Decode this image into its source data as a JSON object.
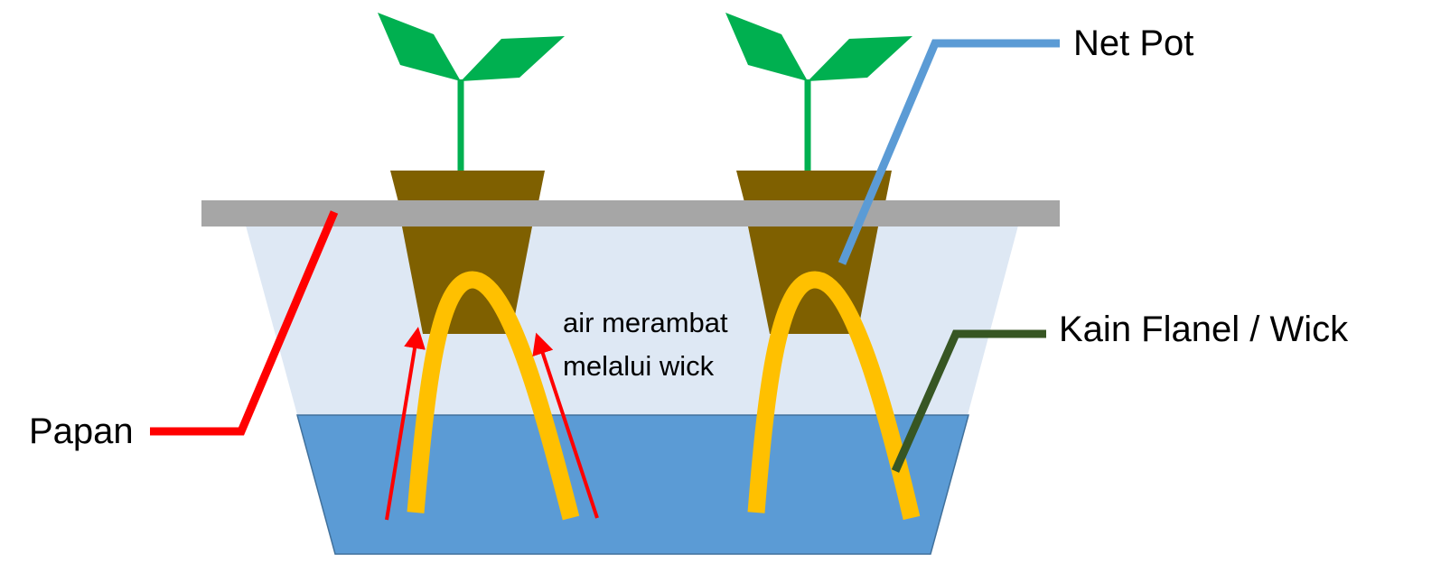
{
  "labels": {
    "net_pot": "Net Pot",
    "wick": "Kain Flanel / Wick",
    "board": "Papan",
    "annotation_line1": "air merambat",
    "annotation_line2": "melalui wick"
  },
  "colors": {
    "container": "#dee8f4",
    "water": "#5b9bd5",
    "water_border": "#41719c",
    "board": "#a6a6a6",
    "net_pot": "#7f6000",
    "plant": "#00b050",
    "wick": "#ffc000",
    "net_pot_leader": "#5b9bd5",
    "wick_leader": "#375623",
    "board_leader": "#ff0000",
    "arrow": "#ff0000"
  }
}
